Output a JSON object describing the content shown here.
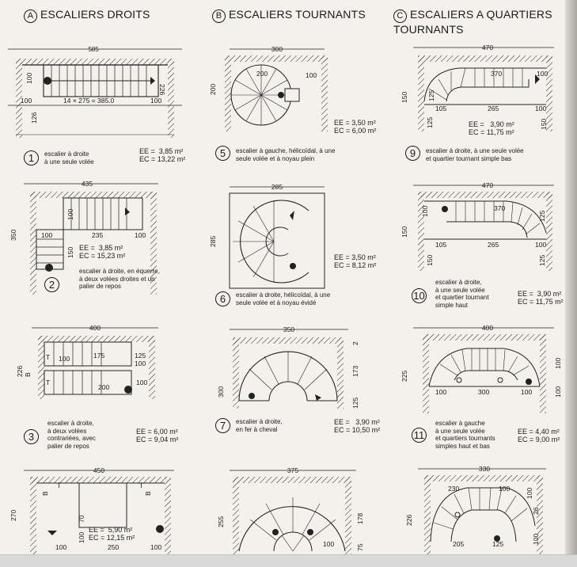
{
  "columns": [
    {
      "letter": "A",
      "title": "ESCALIERS DROITS"
    },
    {
      "letter": "B",
      "title": "ESCALIERS TOURNANTS"
    },
    {
      "letter": "C",
      "title": "ESCALIERS A QUARTIERS TOURNANTS"
    }
  ],
  "figures": {
    "f1": {
      "num": "1",
      "caption": "escalier à droite\nà une seule volée",
      "ee": "EE =  3,85 m²",
      "ec": "EC = 13,22 m²",
      "dims": {
        "w": "585",
        "h1": "100",
        "h2": "226",
        "h3": "126",
        "a": "100",
        "run": "14 × 275 = 385.0",
        "b": "100"
      }
    },
    "f2": {
      "num": "2",
      "caption": "escalier à droite, en équerre,\nà deux volées droites et un\npalier de repos",
      "ee": "EE =  3,85 m²",
      "ec": "EC = 15,23 m²",
      "dims": {
        "w": "435",
        "h": "350",
        "a": "100",
        "b": "235",
        "c": "100",
        "d": "100",
        "e": "150"
      }
    },
    "f3": {
      "num": "3",
      "caption": "escalier à droite,\nà deux volées\ncontrariées, avec\npalier de repos",
      "ee": "EE = 6,00 m²",
      "ec": "EC = 9,04 m²",
      "dims": {
        "w": "400",
        "h": "226",
        "b": "B",
        "t1": "T",
        "t2": "T",
        "a": "100",
        "b2": "175",
        "c": "125",
        "d": "100",
        "e": "200",
        "f": "100"
      }
    },
    "f4": {
      "num": "",
      "caption": "",
      "ee": "EE =  5,90 m²",
      "ec": "EC = 12,15 m²",
      "dims": {
        "w": "450",
        "h": "270",
        "b1": "B",
        "b2": "B",
        "t1": "T",
        "t2": "T",
        "a": "100",
        "b": "70",
        "c": "100",
        "d": "250",
        "e": "100"
      }
    },
    "f5": {
      "num": "5",
      "caption": "escalier à gauche, hélicoïdal, à une\nseule volée et à noyau plein",
      "ee": "EE = 3,50 m²",
      "ec": "EC = 6,00 m²",
      "dims": {
        "w": "300",
        "h": "200",
        "r": "200",
        "a": "100"
      }
    },
    "f6": {
      "num": "6",
      "caption": "escalier à droite, hélicoïdal, à une\nseule volée et à noyau évidé",
      "ee": "EE = 3,50 m²",
      "ec": "EC = 8,12 m²",
      "dims": {
        "w": "285",
        "h": "285"
      }
    },
    "f7": {
      "num": "7",
      "caption": "escalier à droite,\nen fer à cheval",
      "ee": "EE =   3,90 m²",
      "ec": "EC = 10,50 m²",
      "dims": {
        "w": "350",
        "h": "300",
        "a": "2",
        "b": "173",
        "c": "125"
      }
    },
    "f8": {
      "num": "",
      "caption": "",
      "ee": "",
      "ec": "",
      "dims": {
        "w": "375",
        "h": "255",
        "a": "178",
        "b": "75",
        "c": "100"
      }
    },
    "f9": {
      "num": "9",
      "caption": "escalier à droite, à une seule volée\net quartier tournant simple bas",
      "ee": "EE =   3,90 m²",
      "ec": "EC = 11,75 m²",
      "dims": {
        "w": "470",
        "h": "150",
        "a": "370",
        "b": "100",
        "c": "125",
        "d": "105",
        "e": "265",
        "f": "100",
        "g": "125"
      }
    },
    "f10": {
      "num": "10",
      "caption": "escalier à droite,\nà une seule volée\net quartier tournant\nsimple haut",
      "ee": "EE =  3,90 m²",
      "ec": "EC = 11,75 m²",
      "dims": {
        "w": "470",
        "h": "150",
        "a": "100",
        "b": "370",
        "c": "125",
        "d": "105",
        "e": "265",
        "f": "100",
        "g": "125"
      }
    },
    "f11": {
      "num": "11",
      "caption": "escalier à gauche\nà une seule volée\net quartiers tournants\nsimples haut et bas",
      "ee": "EE = 4,40 m²",
      "ec": "EC = 9,00 m²",
      "dims": {
        "w": "400",
        "h": "225",
        "a": "100",
        "b": "300",
        "c": "100",
        "d": "100",
        "e": "100"
      }
    },
    "f12": {
      "num": "",
      "caption": "",
      "ee": "",
      "ec": "",
      "dims": {
        "w": "330",
        "h": "226",
        "a": "230",
        "b": "100",
        "c": "100",
        "d": "205",
        "e": "125",
        "f": "26",
        "g": "100"
      }
    }
  }
}
